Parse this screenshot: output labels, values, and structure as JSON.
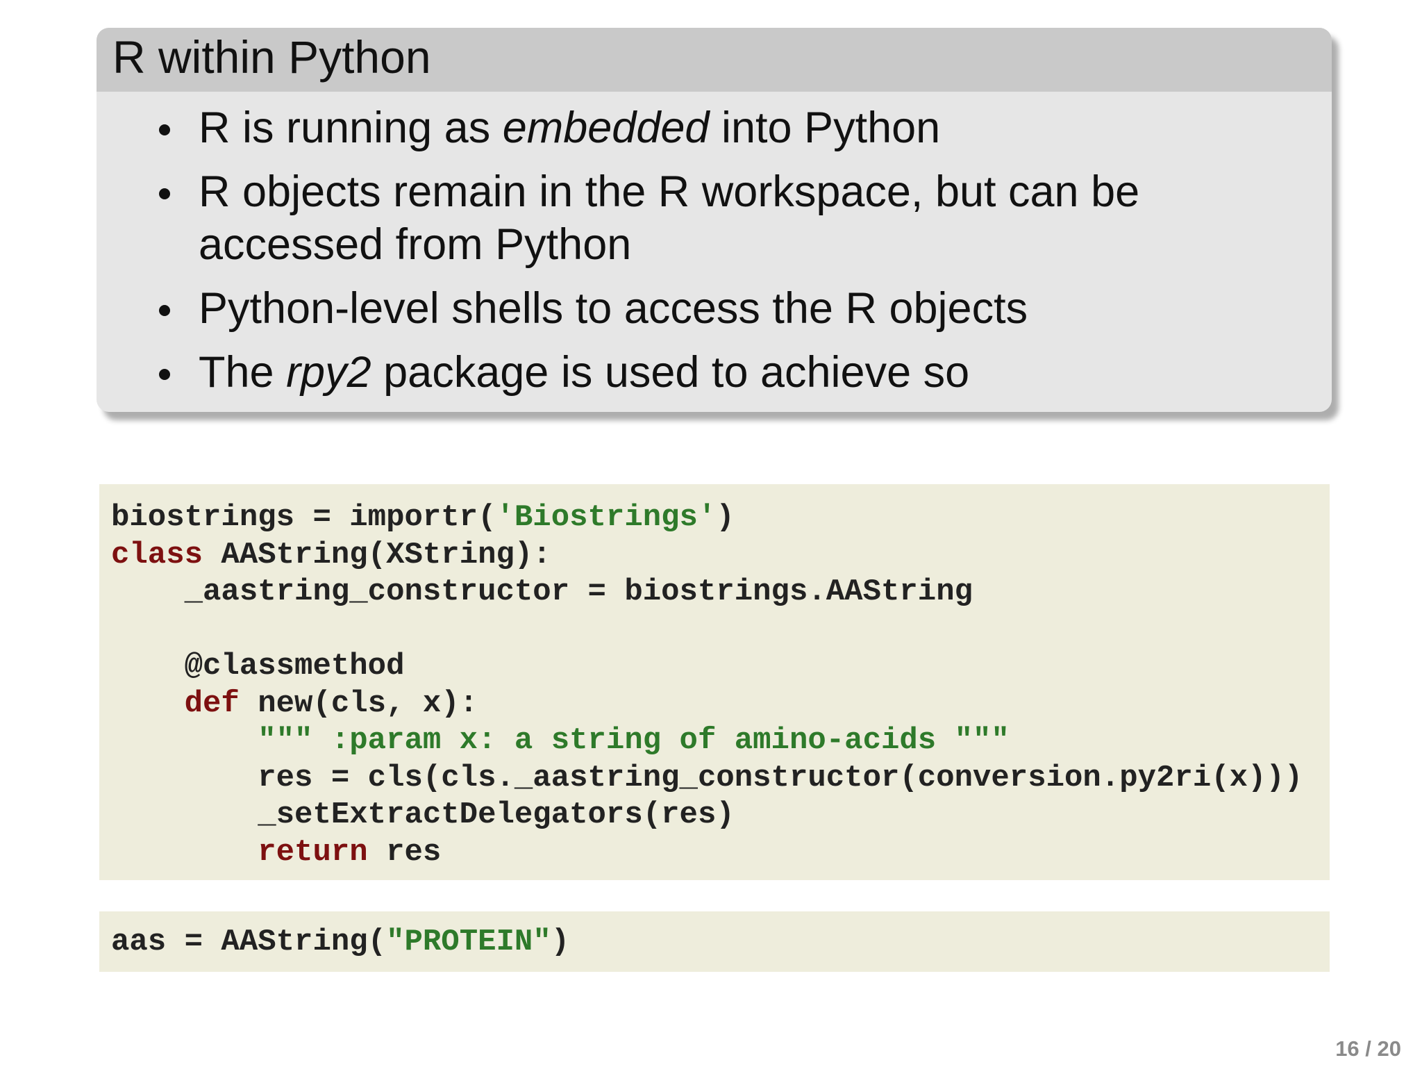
{
  "slide": {
    "title": "R within Python",
    "page_current": "16",
    "page_total": "20",
    "bullets": [
      {
        "pre": "R is running as ",
        "em": "embedded",
        "post": " into Python"
      },
      {
        "pre": "R objects remain in the R workspace, but can be accessed from Python",
        "em": "",
        "post": ""
      },
      {
        "pre": "Python-level shells to access the R objects",
        "em": "",
        "post": ""
      },
      {
        "pre": "The ",
        "em": "rpy2",
        "post": " package is used to achieve so"
      }
    ]
  },
  "code_main": {
    "l1_a": "biostrings = importr(",
    "l1_str": "'Biostrings'",
    "l1_b": ")",
    "l2_kw": "class",
    "l2_rest": " AAString(XString):",
    "l3": "    _aastring_constructor = biostrings.AAString",
    "l4": "",
    "l5": "    @classmethod",
    "l6_indent": "    ",
    "l6_kw": "def",
    "l6_rest": " new(cls, x):",
    "l7_indent": "        ",
    "l7_str": "\"\"\" :param x: a string of amino-acids \"\"\"",
    "l8": "        res = cls(cls._aastring_constructor(conversion.py2ri(x)))",
    "l9": "        _setExtractDelegators(res)",
    "l10_indent": "        ",
    "l10_kw": "return",
    "l10_rest": " res"
  },
  "code_small": {
    "a": "aas = AAString(",
    "str": "\"PROTEIN\"",
    "b": ")"
  },
  "colors": {
    "block_body": "#e6e6e6",
    "block_title": "#c9c9c9",
    "code_bg": "#eeeddc",
    "keyword": "#7d1010",
    "string": "#2e7a2a"
  }
}
